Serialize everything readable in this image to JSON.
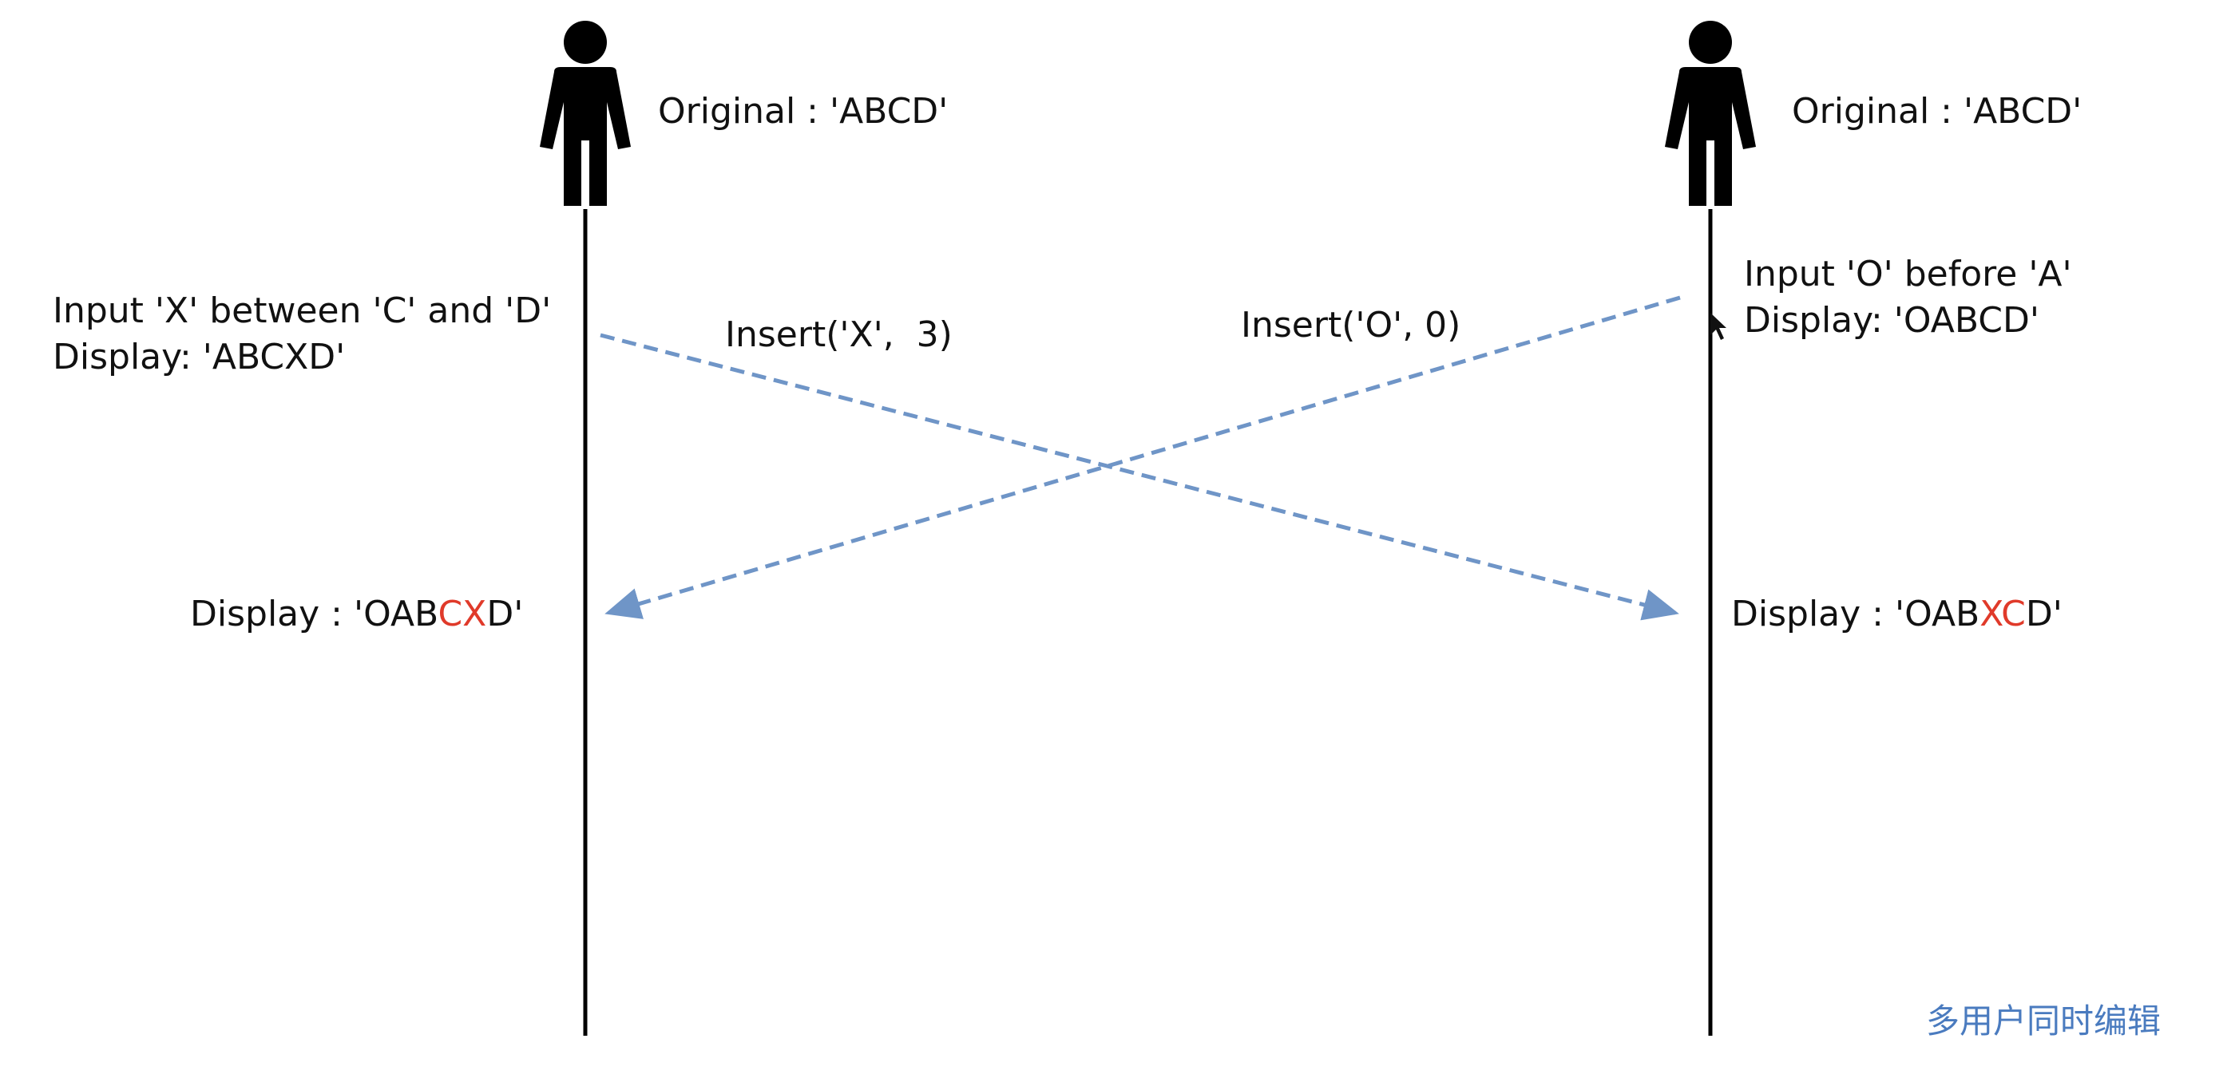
{
  "diagram": {
    "left_client": {
      "original": "Original : 'ABCD'",
      "action_line1": "Input 'X' between 'C' and 'D'",
      "action_line2": "Display: 'ABCXD'",
      "final_prefix": "Display : 'OAB",
      "final_highlight": "CX",
      "final_suffix": "D'"
    },
    "right_client": {
      "original": "Original : 'ABCD'",
      "action_line1": "Input 'O' before 'A'",
      "action_line2": "Display: 'OABCD'",
      "final_prefix": "Display : 'OAB",
      "final_highlight": "XC",
      "final_suffix": "D'"
    },
    "messages": {
      "left_to_right": "Insert('X',  3)",
      "right_to_left": "Insert('O', 0)"
    },
    "watermark": "多用户同时编辑",
    "colors": {
      "arrow": "#6f95c7",
      "highlight": "#e03a2a",
      "watermark": "#4a7bbf",
      "line": "#000000"
    },
    "icons": {
      "actor": "person-icon",
      "cursor": "mouse-cursor-icon"
    }
  }
}
